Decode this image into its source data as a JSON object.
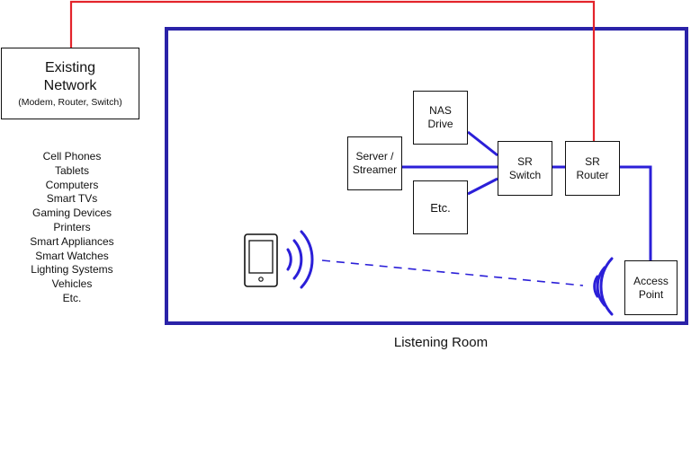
{
  "existing_network": {
    "title_line1": "Existing",
    "title_line2": "Network",
    "subtitle": "(Modem, Router, Switch)"
  },
  "devices": [
    "Cell Phones",
    "Tablets",
    "Computers",
    "Smart TVs",
    "Gaming Devices",
    "Printers",
    "Smart Appliances",
    "Smart Watches",
    "Lighting Systems",
    "Vehicles",
    "Etc."
  ],
  "room": {
    "label": "Listening Room"
  },
  "nodes": {
    "nas": {
      "line1": "NAS",
      "line2": "Drive"
    },
    "server": {
      "line1": "Server /",
      "line2": "Streamer"
    },
    "switch": {
      "line1": "SR",
      "line2": "Switch"
    },
    "router": {
      "line1": "SR",
      "line2": "Router"
    },
    "etc": {
      "label": "Etc."
    },
    "access_point": {
      "line1": "Access",
      "line2": "Point"
    }
  },
  "colors": {
    "room_border": "#2a22a8",
    "wired_link": "#2b1fd8",
    "internet_link": "#e3242b",
    "outline": "#111111"
  }
}
